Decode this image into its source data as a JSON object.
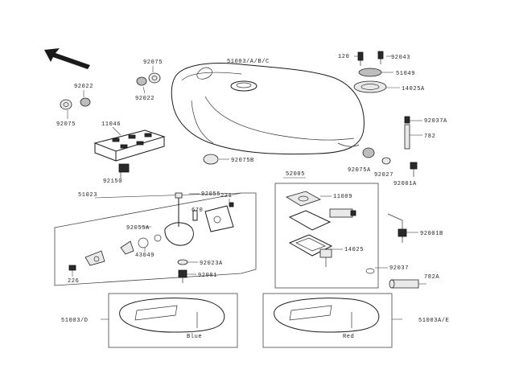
{
  "labels": {
    "p92075_top": "92075",
    "p51003_tank": "51003/A/B/C",
    "p120": "120",
    "p92043": "92043",
    "p51049": "51049",
    "p14025a": "14025A",
    "p92022": "92022",
    "p92022b": "92022",
    "p92075_left": "92075",
    "p11046": "11046",
    "p92037a": "92037A",
    "p782": "782",
    "p92150": "92150",
    "p92075b": "92075B",
    "p92075a": "92075A",
    "p92027": "92027",
    "p92001a": "92001A",
    "p52005": "52005",
    "p11009": "11009",
    "p51023": "51023",
    "p92055": "92055",
    "p221": "221",
    "p670": "670",
    "p92055a": "92055A",
    "p43049": "43049",
    "p92001b": "92001B",
    "p14025": "14025",
    "p92037": "92037",
    "p226": "226",
    "p92023a": "92023A",
    "p92001": "92001",
    "p782a": "782A",
    "p51003d": "51003/D",
    "p51003ae": "51003A/E",
    "blue": "Blue",
    "red": "Red"
  },
  "icons": {
    "direction_arrow": "front-direction-arrow-icon",
    "emblem_left": "tank-emblem-left",
    "emblem_right": "tank-emblem-right"
  },
  "colors": {
    "line": "#1a1a1a",
    "text": "#222222"
  }
}
